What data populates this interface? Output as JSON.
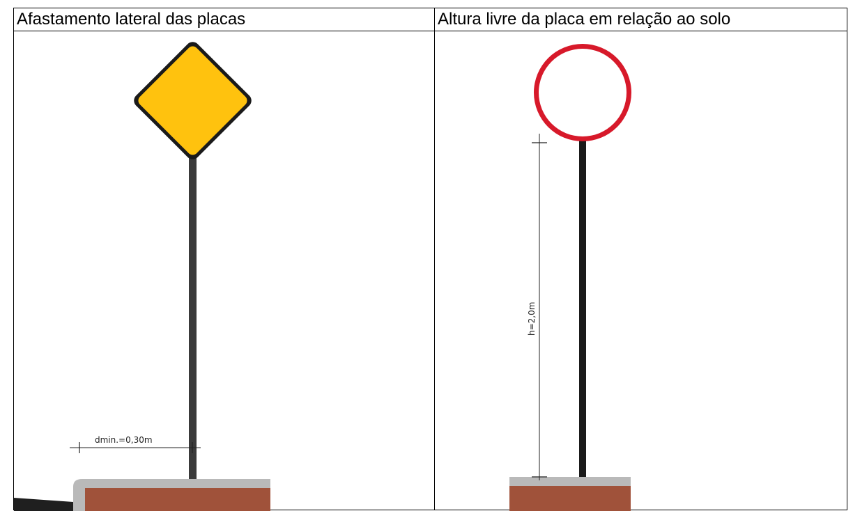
{
  "table": {
    "left_header": "Afastamento lateral das placas",
    "right_header": "Altura livre da placa em relação ao solo"
  },
  "left_figure": {
    "dimension_label": "dmin.=0,30m",
    "sign_fill": "#FFC20E",
    "sign_border": "#1a1a1a"
  },
  "right_figure": {
    "dimension_label": "h=2,0m",
    "sign_ring": "#D7192A"
  },
  "colors": {
    "pole": "#3a3a3a",
    "curb_top": "#b9b9b9",
    "ground": "#A0523A",
    "road": "#1f1f1f"
  }
}
